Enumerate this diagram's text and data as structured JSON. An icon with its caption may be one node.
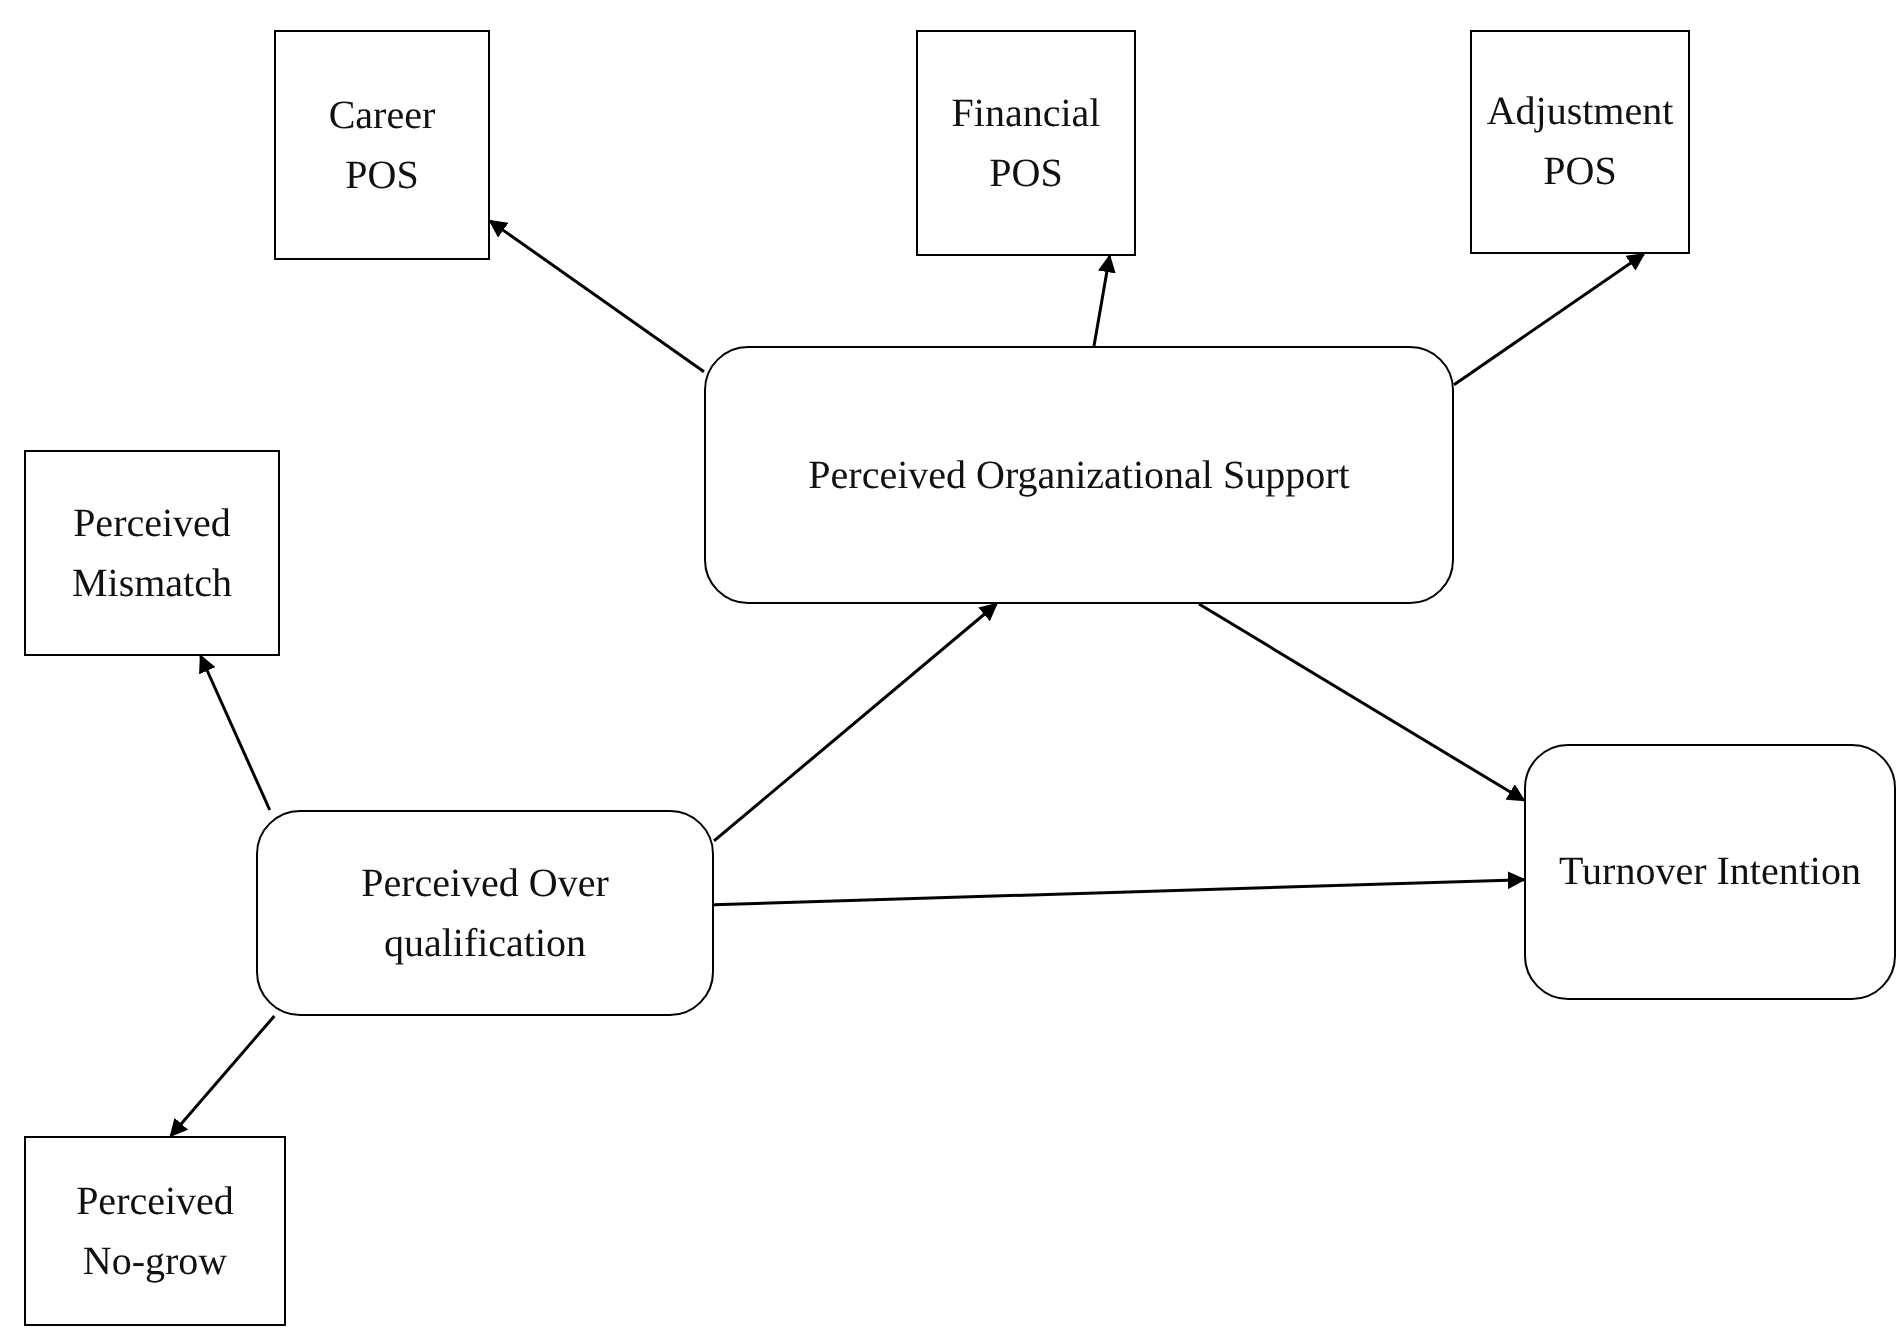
{
  "diagram": {
    "nodes": [
      {
        "text": [
          "Career POS"
        ]
      },
      {
        "text": [
          "Financial POS"
        ]
      },
      {
        "text": [
          "Adjustment POS"
        ]
      },
      {
        "text": [
          "Perceived Organizational Support"
        ]
      },
      {
        "text": [
          "Perceived Mismatch"
        ]
      },
      {
        "text": [
          "Turnover Intention"
        ]
      },
      {
        "text": [
          "Perceived Over qualification"
        ]
      },
      {
        "text": [
          "Perceived No-grow"
        ]
      }
    ],
    "edges": [
      {
        "from": 3,
        "to": 0,
        "arrow": "to"
      },
      {
        "from": 3,
        "to": 1,
        "arrow": "to"
      },
      {
        "from": 3,
        "to": 2,
        "arrow": "to"
      },
      {
        "from": 6,
        "to": 3,
        "arrow": "to"
      },
      {
        "from": 3,
        "to": 5,
        "arrow": "to"
      },
      {
        "from": 6,
        "to": 5,
        "arrow": "to"
      },
      {
        "from": 6,
        "to": 4,
        "arrow": "to"
      },
      {
        "from": 6,
        "to": 7,
        "arrow": "to"
      }
    ]
  }
}
